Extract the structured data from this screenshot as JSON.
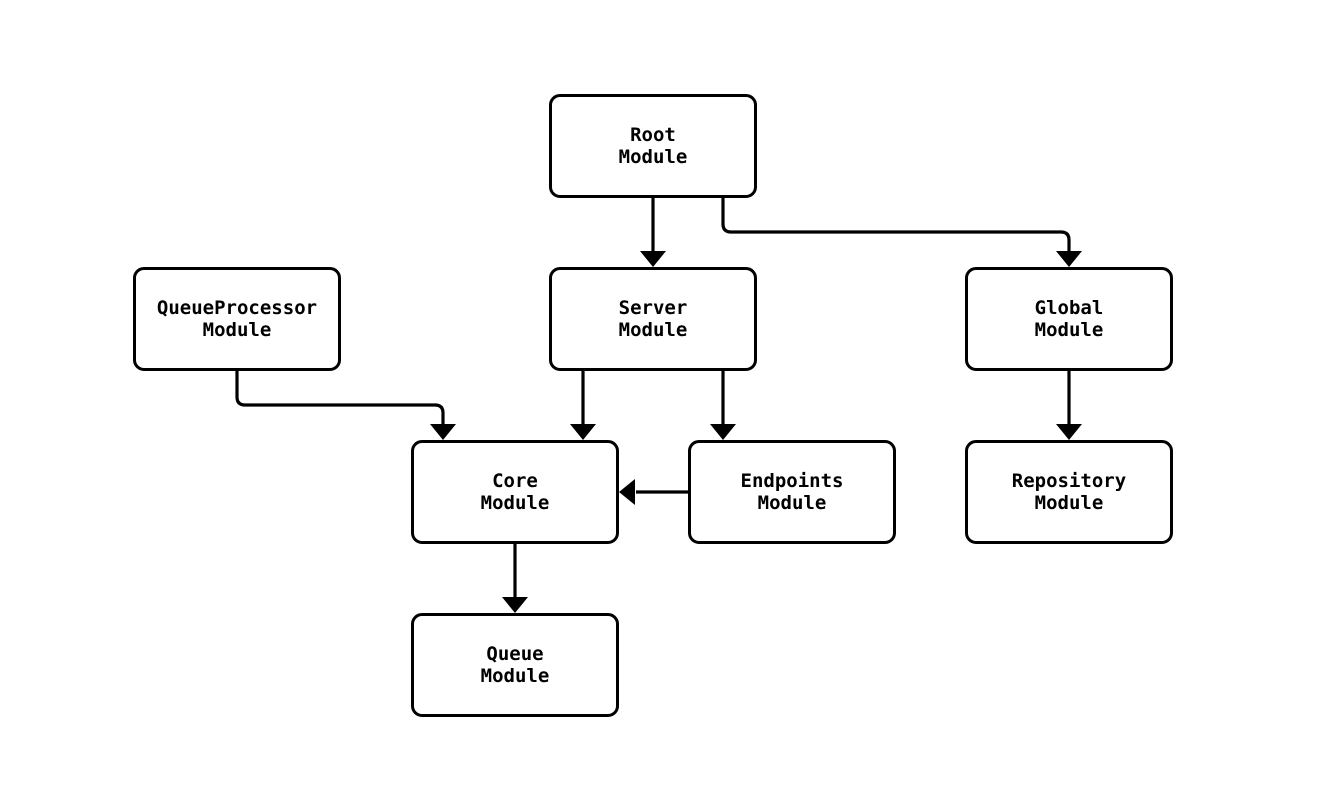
{
  "diagram": {
    "type": "module-dependency-diagram",
    "colors": {
      "background": "#ffffff",
      "node_fill": "#ffffff",
      "node_stroke": "#000000",
      "edge_stroke": "#000000",
      "text": "#000000"
    },
    "nodes": [
      {
        "id": "root",
        "label": "Root\nModule"
      },
      {
        "id": "queueprocessor",
        "label": "QueueProcessor\nModule"
      },
      {
        "id": "server",
        "label": "Server\nModule"
      },
      {
        "id": "global",
        "label": "Global\nModule"
      },
      {
        "id": "core",
        "label": "Core\nModule"
      },
      {
        "id": "endpoints",
        "label": "Endpoints\nModule"
      },
      {
        "id": "repository",
        "label": "Repository\nModule"
      },
      {
        "id": "queue",
        "label": "Queue\nModule"
      }
    ],
    "edges": [
      {
        "from": "root",
        "to": "server"
      },
      {
        "from": "root",
        "to": "global"
      },
      {
        "from": "queueprocessor",
        "to": "core"
      },
      {
        "from": "server",
        "to": "core"
      },
      {
        "from": "server",
        "to": "endpoints"
      },
      {
        "from": "endpoints",
        "to": "core"
      },
      {
        "from": "global",
        "to": "repository"
      },
      {
        "from": "core",
        "to": "queue"
      }
    ]
  }
}
